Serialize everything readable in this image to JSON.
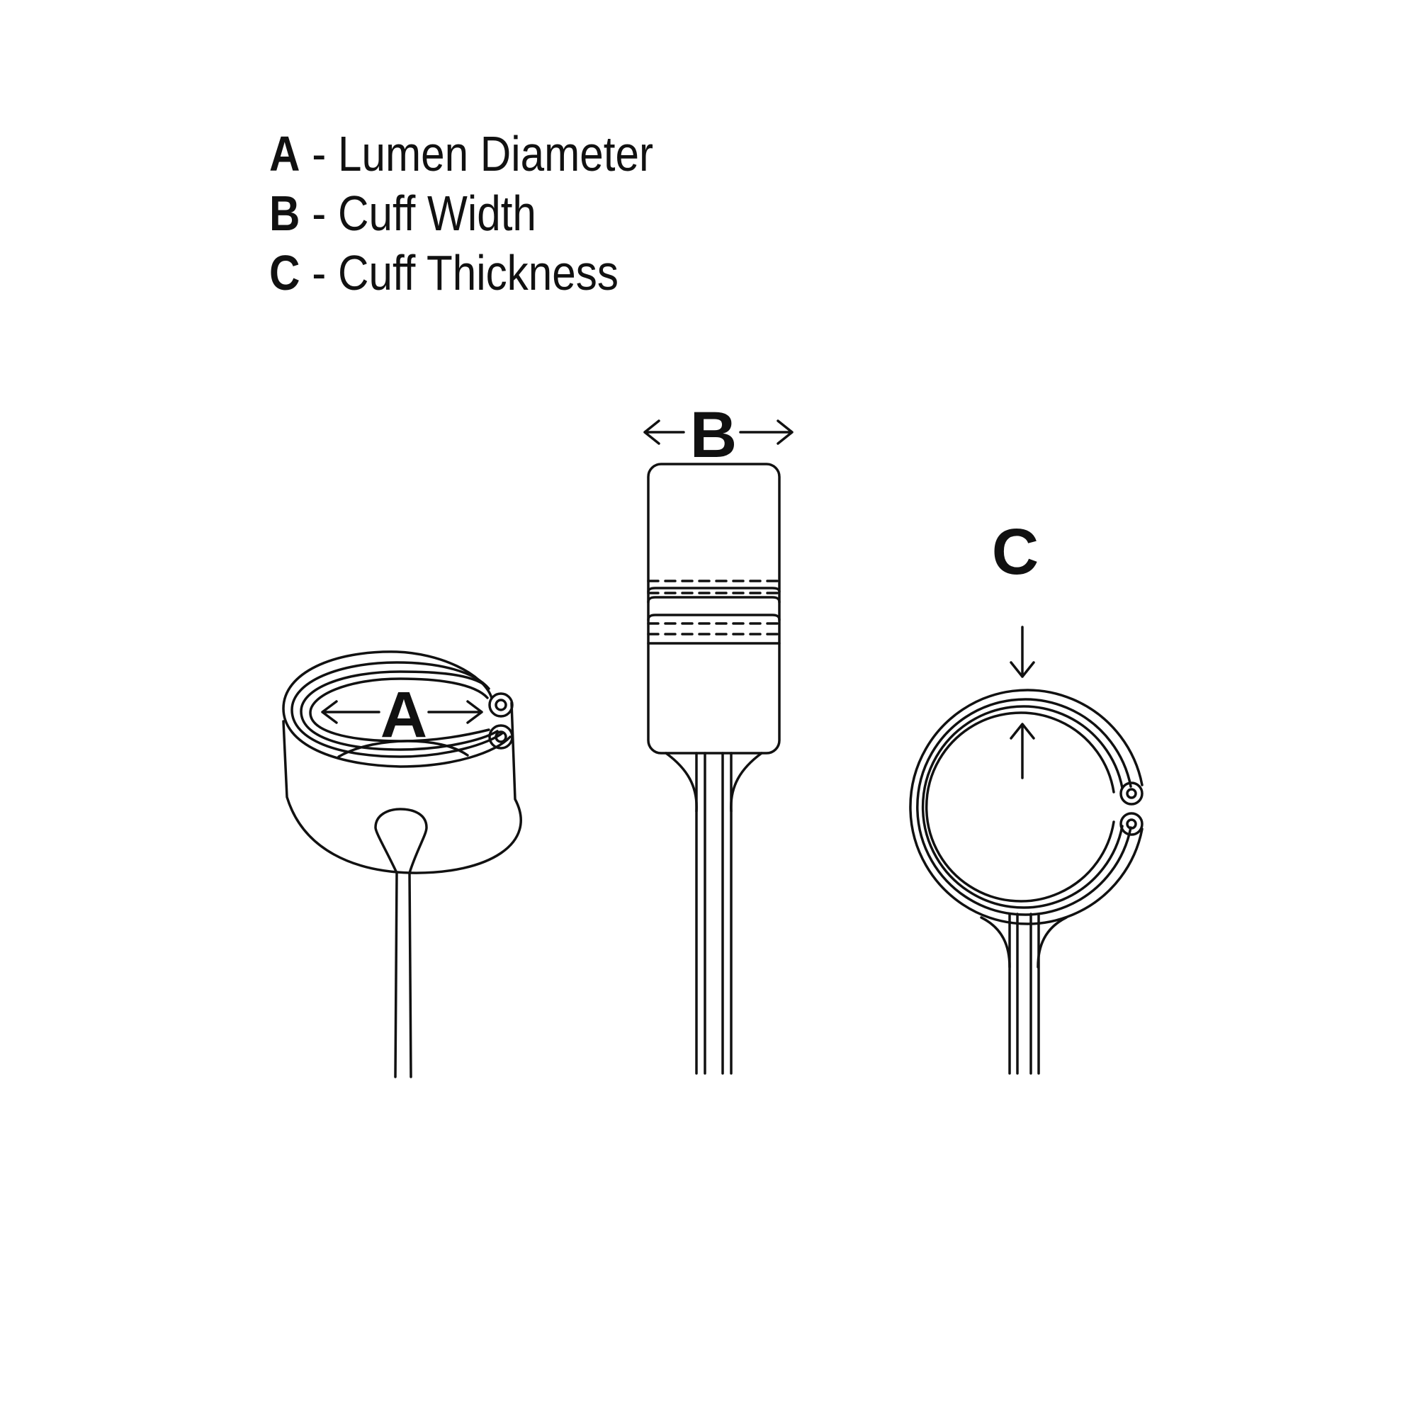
{
  "legend": [
    {
      "key": "A",
      "text": "Lumen Diameter"
    },
    {
      "key": "B",
      "text": "Cuff Width"
    },
    {
      "key": "C",
      "text": "Cuff Thickness"
    }
  ],
  "legend_separator": "-",
  "labels": {
    "a": "A",
    "b": "B",
    "c": "C"
  },
  "colors": {
    "line": "#111111",
    "background": "#ffffff"
  }
}
